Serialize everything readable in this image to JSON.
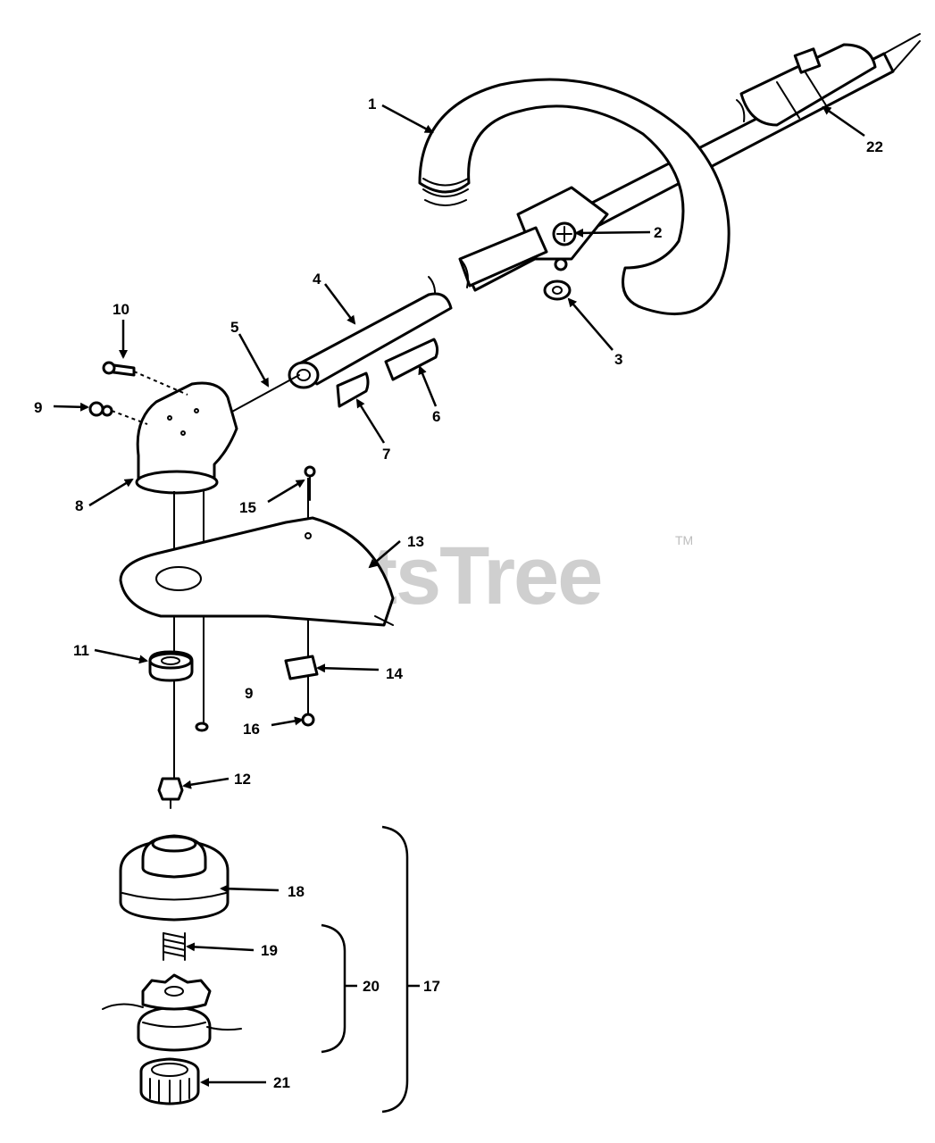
{
  "watermark": {
    "text": "PartsTree",
    "trademark": "TM"
  },
  "callouts": [
    {
      "id": "1",
      "label": "1"
    },
    {
      "id": "2",
      "label": "2"
    },
    {
      "id": "3",
      "label": "3"
    },
    {
      "id": "4",
      "label": "4"
    },
    {
      "id": "5",
      "label": "5"
    },
    {
      "id": "6",
      "label": "6"
    },
    {
      "id": "7",
      "label": "7"
    },
    {
      "id": "8",
      "label": "8"
    },
    {
      "id": "9a",
      "label": "9"
    },
    {
      "id": "9b",
      "label": "9"
    },
    {
      "id": "10",
      "label": "10"
    },
    {
      "id": "11",
      "label": "11"
    },
    {
      "id": "12",
      "label": "12"
    },
    {
      "id": "13",
      "label": "13"
    },
    {
      "id": "14",
      "label": "14"
    },
    {
      "id": "15",
      "label": "15"
    },
    {
      "id": "16",
      "label": "16"
    },
    {
      "id": "17",
      "label": "17"
    },
    {
      "id": "18",
      "label": "18"
    },
    {
      "id": "19",
      "label": "19"
    },
    {
      "id": "20",
      "label": "20"
    },
    {
      "id": "21",
      "label": "21"
    },
    {
      "id": "22",
      "label": "22"
    }
  ]
}
